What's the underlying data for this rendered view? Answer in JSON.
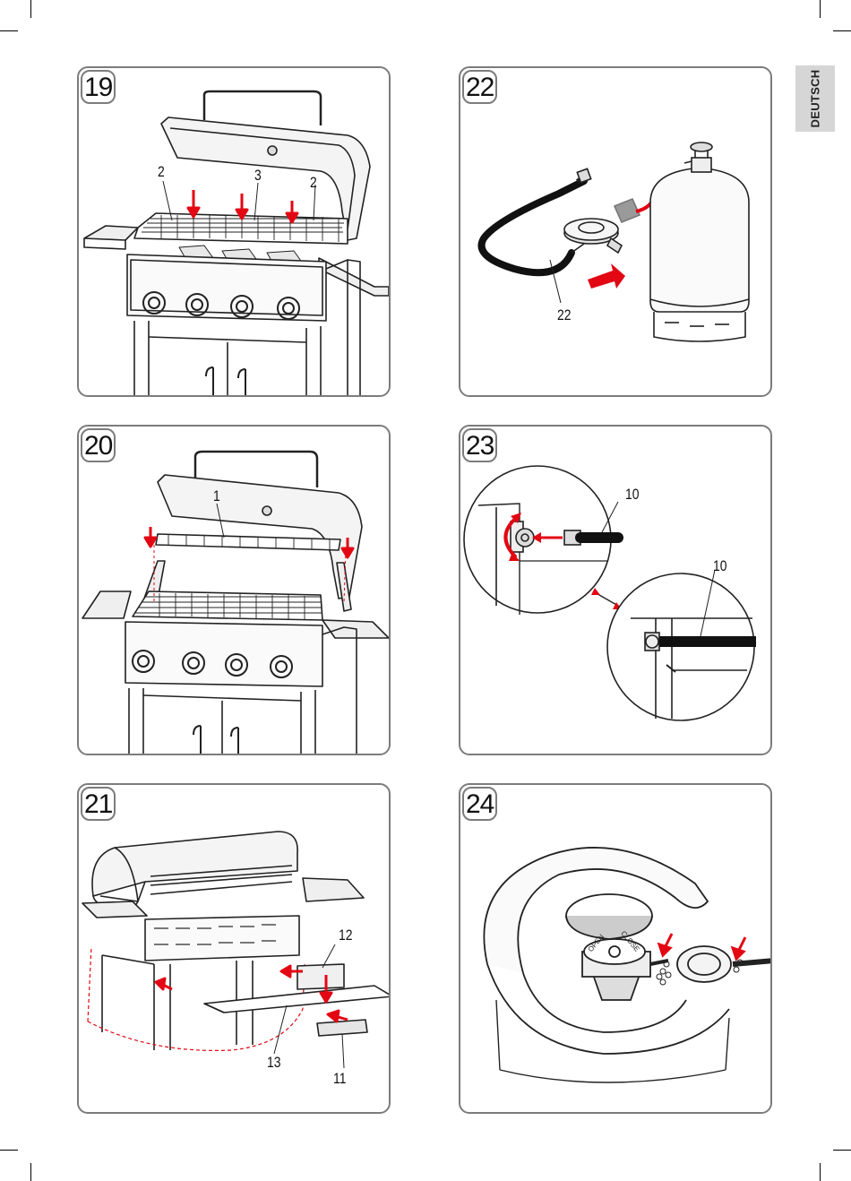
{
  "language_tab": "DEUTSCH",
  "accent_color": "#e30613",
  "panels": [
    {
      "number": "19",
      "callouts": [
        "2",
        "3",
        "2"
      ]
    },
    {
      "number": "22",
      "callouts": [
        "22"
      ]
    },
    {
      "number": "20",
      "callouts": [
        "1"
      ]
    },
    {
      "number": "23",
      "callouts": [
        "10",
        "10"
      ]
    },
    {
      "number": "21",
      "callouts": [
        "12",
        "13",
        "11"
      ]
    },
    {
      "number": "24",
      "callouts": [],
      "valve_labels": [
        "OPEN",
        "CLOSE"
      ]
    }
  ]
}
